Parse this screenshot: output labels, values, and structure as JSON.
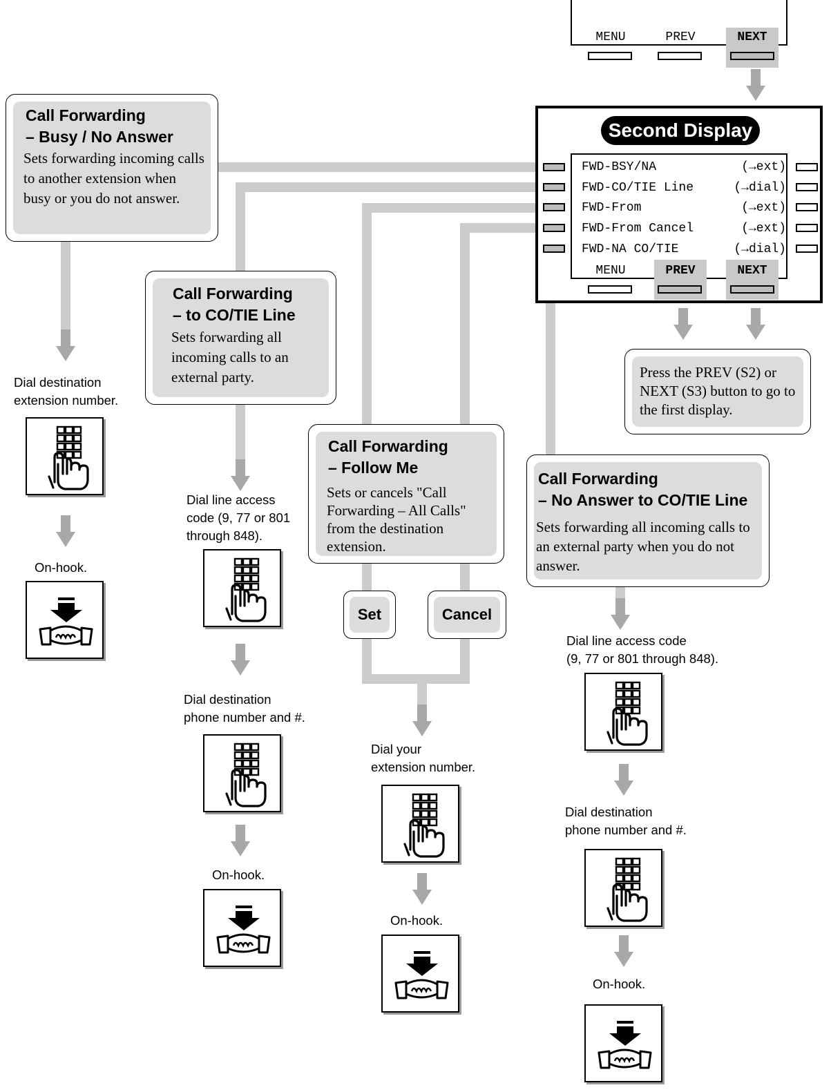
{
  "top_display": {
    "softkeys": [
      {
        "label": "MENU",
        "pressed": false
      },
      {
        "label": "PREV",
        "pressed": false
      },
      {
        "label": "NEXT",
        "pressed": true
      }
    ]
  },
  "second_display": {
    "title": "Second Display",
    "rows": [
      {
        "label": "FWD-BSY/NA",
        "target": "(→ext)"
      },
      {
        "label": "FWD-CO/TIE Line",
        "target": "(→dial)"
      },
      {
        "label": "FWD-From",
        "target": "(→ext)"
      },
      {
        "label": "FWD-From Cancel",
        "target": "(→ext)"
      },
      {
        "label": "FWD-NA CO/TIE",
        "target": "(→dial)"
      }
    ],
    "softkeys": [
      {
        "label": "MENU",
        "pressed": false
      },
      {
        "label": "PREV",
        "pressed": true
      },
      {
        "label": "NEXT",
        "pressed": true
      }
    ]
  },
  "note": "Press the PREV (S2) or NEXT (S3) button to go to the first display.",
  "features": {
    "busy_no_answer": {
      "title": "Call Forwarding\n– Busy / No Answer",
      "description": "Sets forwarding incoming calls to another extension when busy or you do not answer.",
      "steps": [
        "Dial destination\nextension number.",
        "On-hook."
      ]
    },
    "co_tie_line": {
      "title": "Call Forwarding\n– to CO/TIE Line",
      "description": "Sets forwarding all incoming calls to an external party.",
      "steps": [
        "Dial line access\ncode (9, 77 or 801\nthrough 848).",
        "Dial destination\nphone number and #.",
        "On-hook."
      ]
    },
    "follow_me": {
      "title": "Call Forwarding\n– Follow Me",
      "description": "Sets or cancels \"Call Forwarding – All Calls\" from the destination extension.",
      "buttons": [
        "Set",
        "Cancel"
      ],
      "steps": [
        "Dial your\nextension number.",
        "On-hook."
      ]
    },
    "no_answer_co_tie": {
      "title": "Call Forwarding\n– No Answer to CO/TIE Line",
      "description": "Sets forwarding all incoming calls to an external party when you do not answer.",
      "steps": [
        "Dial line access code\n(9, 77 or 801 through 848).",
        "Dial destination\nphone number and #.",
        "On-hook."
      ]
    }
  },
  "icons": {
    "keypad": "keypad-dial-icon",
    "onhook": "on-hook-icon"
  },
  "colors": {
    "connector": "#cccccc",
    "box_fill": "#dcdcdc",
    "arrow": "#a8a8a8"
  }
}
